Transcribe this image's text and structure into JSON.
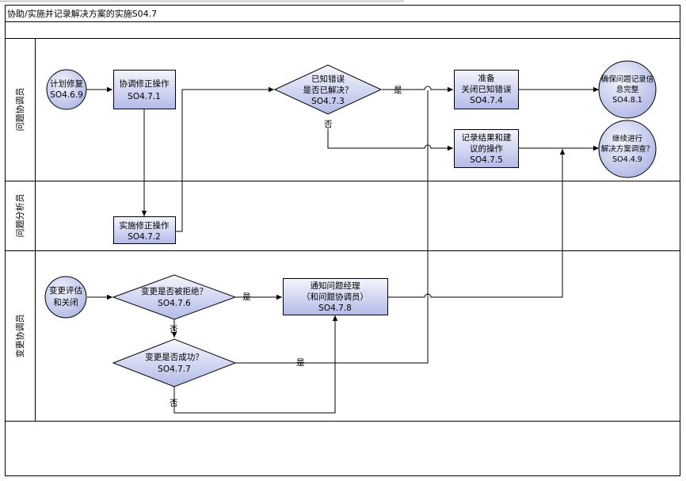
{
  "title": "协助/实施并记录解决方案的实施S04.7",
  "lanes": [
    "问题协调员",
    "问题分析员",
    "变更协调员"
  ],
  "nodes": {
    "start_plan": {
      "l1": "计划修复",
      "l2": "SO4.6.9"
    },
    "coord_fix": {
      "l1": "协调修正操作",
      "l2": "SO4.7.1"
    },
    "known_error": {
      "l1": "已知错误",
      "l2": "是否已解决？",
      "l3": "SO4.7.3"
    },
    "prepare_close": {
      "l1": "准备",
      "l2": "关闭已知错误",
      "l3": "SO4.7.4"
    },
    "record_result": {
      "l1": "记录结果和建",
      "l2": "议的操作",
      "l3": "SO4.7.5"
    },
    "ensure_complete": {
      "l1": "确保问题记录信",
      "l2": "息完整",
      "l3": "SO4.8.1"
    },
    "continue_review": {
      "l1": "继续进行",
      "l2": "解决方案调查？",
      "l3": "SO4.4.9"
    },
    "implement_fix": {
      "l1": "实施修正操作",
      "l2": "SO4.7.2"
    },
    "change_eval": {
      "l1": "变更评估",
      "l2": "和关闭"
    },
    "change_rejected": {
      "l1": "变更是否被拒绝？",
      "l2": "SO4.7.6"
    },
    "notify_pm": {
      "l1": "通知问题经理",
      "l2": "（和问题协调员）",
      "l3": "SO4.7.8"
    },
    "change_success": {
      "l1": "变更是否成功？",
      "l2": "SO4.7.7"
    }
  },
  "edge_labels": {
    "yes1": "是",
    "no1": "否",
    "yes2": "是",
    "no2": "否",
    "yes3": "是",
    "no3": "否"
  },
  "colors": {
    "box_top": "#f2f4fb",
    "box_bottom": "#b4bde8",
    "stroke": "#000000",
    "lane_line": "#000000"
  }
}
